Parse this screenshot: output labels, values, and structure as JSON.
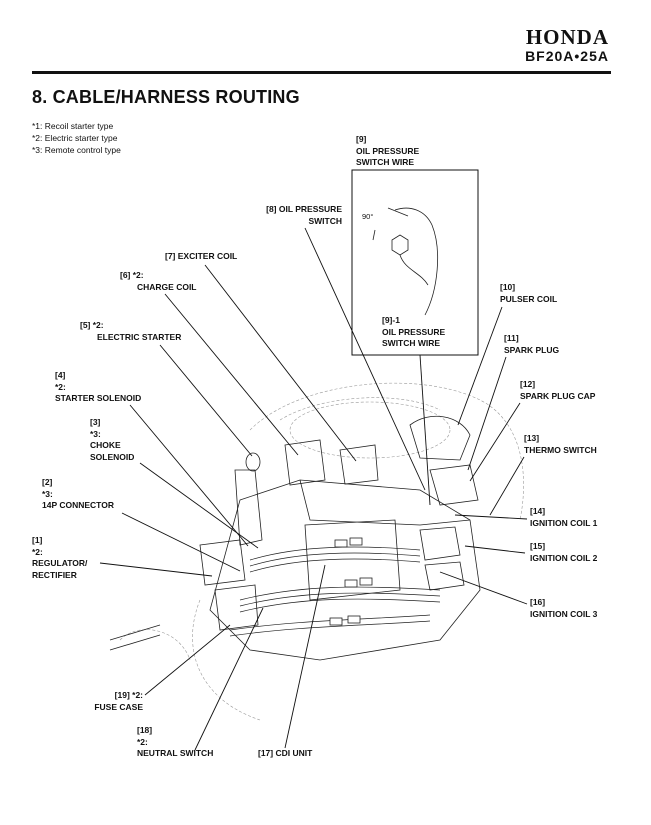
{
  "header": {
    "brand": "HONDA",
    "model": "BF20A•25A"
  },
  "page_title": "8. CABLE/HARNESS ROUTING",
  "notes": [
    "*1: Recoil starter type",
    "*2: Electric starter type",
    "*3: Remote control type"
  ],
  "inset": {
    "title_lines": [
      "[9]",
      "OIL PRESSURE",
      "SWITCH WIRE"
    ],
    "angle_label": "90°",
    "sub_lines": [
      "[9]-1",
      "OIL PRESSURE",
      "SWITCH WIRE"
    ]
  },
  "labels": {
    "c1": [
      "[1]",
      "*2:",
      "REGULATOR/",
      "RECTIFIER"
    ],
    "c2": [
      "[2]",
      "*3:",
      "14P CONNECTOR"
    ],
    "c3": [
      "[3]",
      "*3:",
      "CHOKE",
      "SOLENOID"
    ],
    "c4": [
      "[4]",
      "*2:",
      "STARTER SOLENOID"
    ],
    "c5": [
      "[5] *2:",
      "ELECTRIC STARTER"
    ],
    "c6": [
      "[6] *2:",
      "CHARGE COIL"
    ],
    "c7": [
      "[7] EXCITER COIL"
    ],
    "c8": [
      "[8] OIL PRESSURE",
      "SWITCH"
    ],
    "c10": [
      "[10]",
      "PULSER COIL"
    ],
    "c11": [
      "[11]",
      "SPARK PLUG"
    ],
    "c12": [
      "[12]",
      "SPARK PLUG CAP"
    ],
    "c13": [
      "[13]",
      "THERMO SWITCH"
    ],
    "c14": [
      "[14]",
      "IGNITION COIL 1"
    ],
    "c15": [
      "[15]",
      "IGNITION COIL 2"
    ],
    "c16": [
      "[16]",
      "IGNITION COIL 3"
    ],
    "c17": [
      "[17] CDI UNIT"
    ],
    "c18": [
      "[18]",
      "*2:",
      "NEUTRAL SWITCH"
    ],
    "c19": [
      "[19] *2:",
      "FUSE CASE"
    ]
  }
}
